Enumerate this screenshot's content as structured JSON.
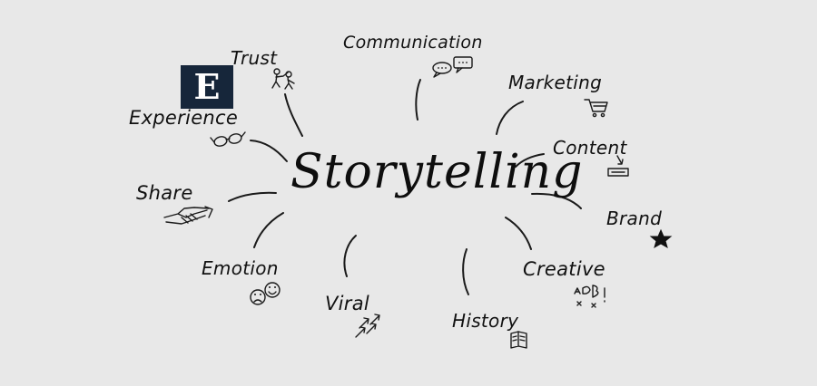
{
  "logo": {
    "letter": "E"
  },
  "center": {
    "title": "Storytelling"
  },
  "topics": {
    "communication": "Communication",
    "trust": "Trust",
    "experience": "Experience",
    "share": "Share",
    "emotion": "Emotion",
    "viral": "Viral",
    "history": "History",
    "creative": "Creative",
    "brand": "Brand",
    "content": "Content",
    "marketing": "Marketing"
  },
  "icons": {
    "communication": "speech-bubbles-icon",
    "trust": "figures-icon",
    "experience": "glasses-icon",
    "share": "handshake-icon",
    "emotion": "faces-icon",
    "viral": "arrows-icon",
    "history": "book-icon",
    "creative": "doodle-icon",
    "brand": "star-icon",
    "content": "inbox-icon",
    "marketing": "cart-icon"
  },
  "colors": {
    "background": "#e8e8e8",
    "ink": "#111111",
    "logo_bg": "#16263a"
  }
}
